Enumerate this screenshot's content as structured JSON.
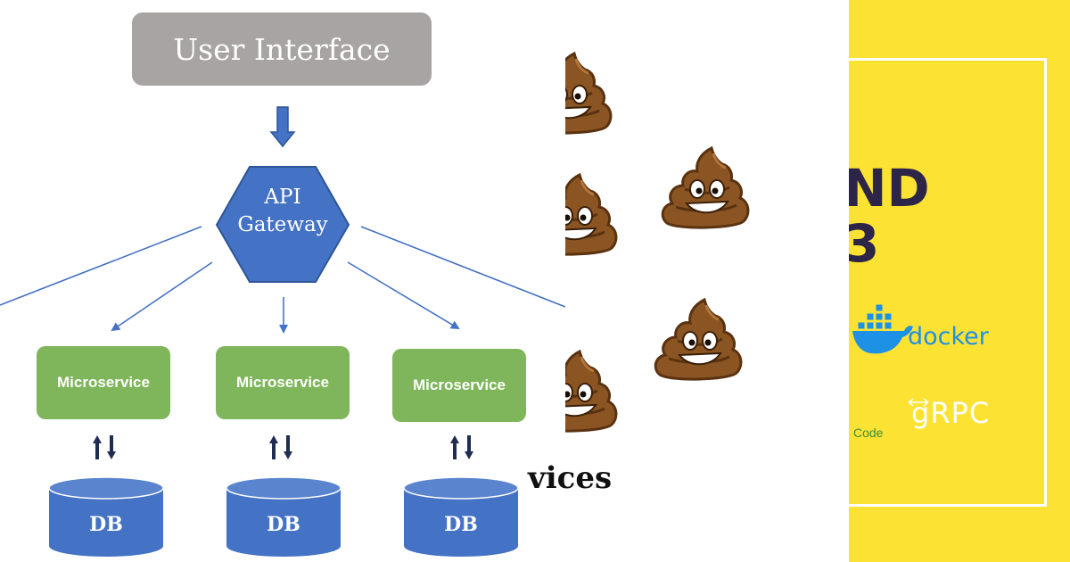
{
  "colors": {
    "ui_box": "#a7a4a3",
    "gateway": "#4472c4",
    "gateway_border": "#2f5597",
    "microservice": "#7fb55b",
    "db": "#4472c4",
    "db_top": "#5b84cf",
    "connector": "#4472c4",
    "sync_arrow": "#1f2d52",
    "poop_dark": "#5a3210",
    "poop_mid": "#8a5523",
    "poop_light": "#b4753a",
    "yellow_bg": "#fce233",
    "title_text": "#2d2547",
    "docker_blue": "#1d91e6",
    "code_green": "#3b8f3f"
  },
  "architecture": {
    "user_interface": "User Interface",
    "gateway_line1": "API",
    "gateway_line2": "Gateway",
    "microservices": [
      "Microservice",
      "Microservice",
      "Microservice"
    ],
    "databases": [
      "DB",
      "DB",
      "DB"
    ]
  },
  "middle_panel": {
    "caption_fragment": "vices",
    "emoji_name": "pile-of-poo-icon"
  },
  "right_panel": {
    "title_line1": "ND",
    "title_line2": "3",
    "docker_label": "docker",
    "grpc_label": "gRPC",
    "code_label": "Code"
  }
}
